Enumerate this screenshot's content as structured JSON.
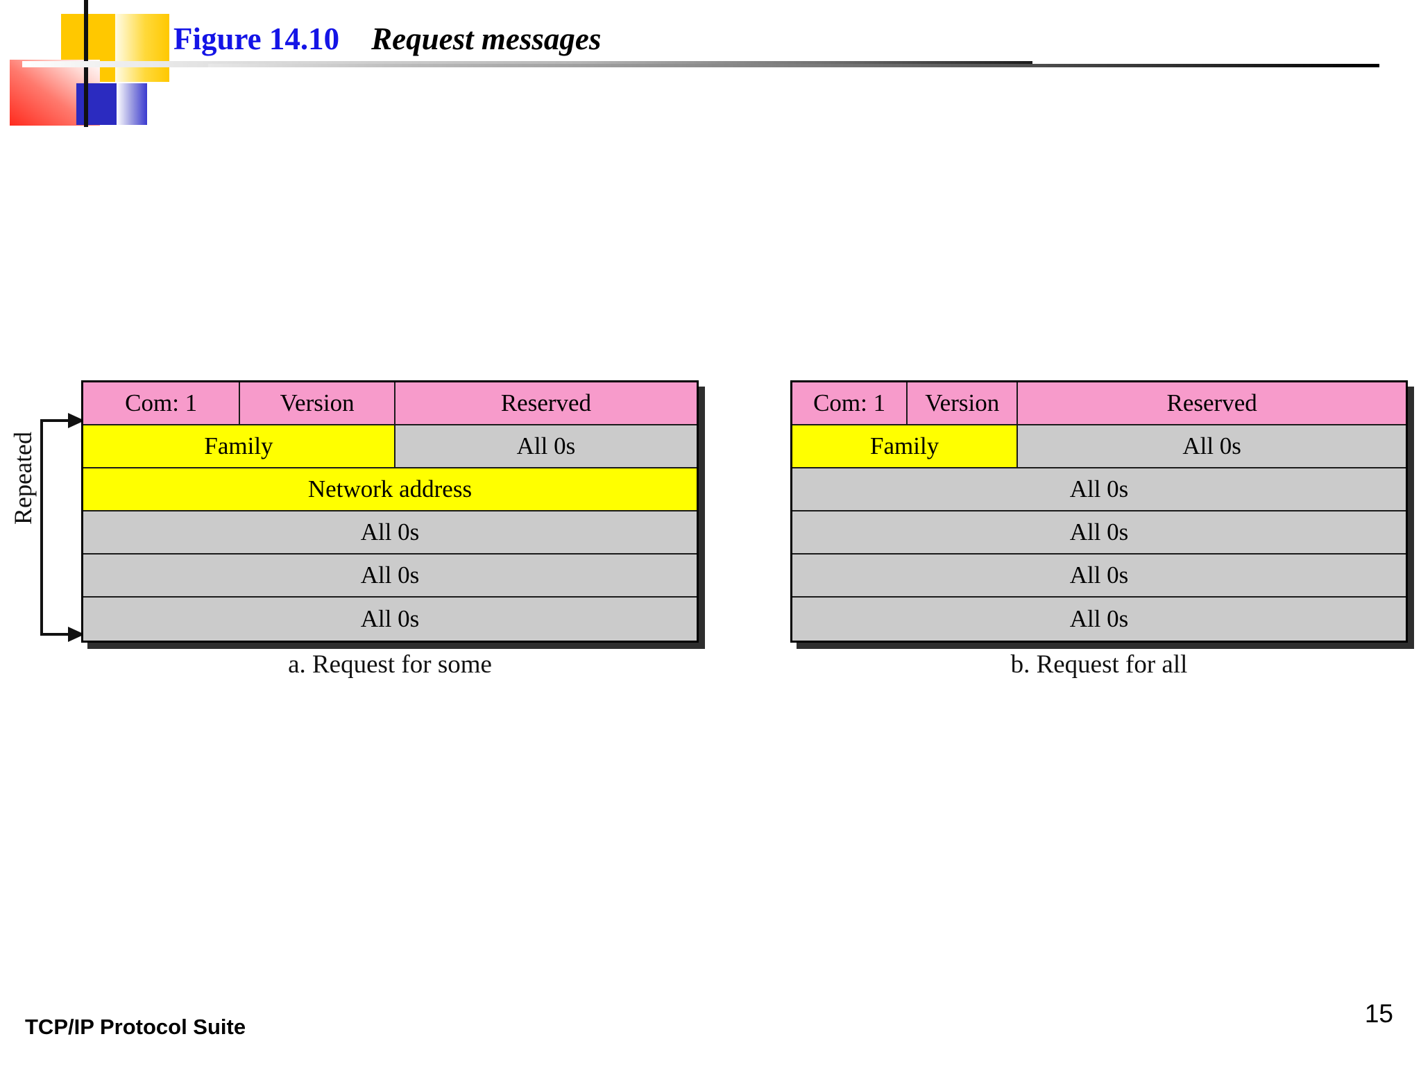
{
  "slide": {
    "figure_number": "Figure 14.10",
    "figure_title": "Request messages",
    "footer": "TCP/IP Protocol Suite",
    "page_number": "15",
    "annotation": "Repeated"
  },
  "colors": {
    "figure_number_color": "#1414E6",
    "figure_title_color": "#000000",
    "header_field": "#F79BCB",
    "address_field": "#FFFF00",
    "zero_field": "#CBCBCB",
    "border": "#000000"
  },
  "diagrams": [
    {
      "id": "request-for-some",
      "caption": "a. Request for some",
      "rows": [
        {
          "cells": [
            {
              "label": "Com: 1",
              "fill": "header",
              "width_pct": 25.6
            },
            {
              "label": "Version",
              "fill": "header",
              "width_pct": 25.3
            },
            {
              "label": "Reserved",
              "fill": "header",
              "width_pct": 49.1
            }
          ]
        },
        {
          "cells": [
            {
              "label": "Family",
              "fill": "address",
              "width_pct": 50.9
            },
            {
              "label": "All 0s",
              "fill": "zero",
              "width_pct": 49.1
            }
          ]
        },
        {
          "cells": [
            {
              "label": "Network address",
              "fill": "address",
              "width_pct": 100
            }
          ]
        },
        {
          "cells": [
            {
              "label": "All 0s",
              "fill": "zero",
              "width_pct": 100
            }
          ]
        },
        {
          "cells": [
            {
              "label": "All 0s",
              "fill": "zero",
              "width_pct": 100
            }
          ]
        },
        {
          "cells": [
            {
              "label": "All 0s",
              "fill": "zero",
              "width_pct": 100
            }
          ]
        }
      ]
    },
    {
      "id": "request-for-all",
      "caption": "b. Request for all",
      "rows": [
        {
          "cells": [
            {
              "label": "Com: 1",
              "fill": "header",
              "width_pct": 18.8
            },
            {
              "label": "Version",
              "fill": "header",
              "width_pct": 18.0
            },
            {
              "label": "Reserved",
              "fill": "header",
              "width_pct": 63.2
            }
          ]
        },
        {
          "cells": [
            {
              "label": "Family",
              "fill": "address",
              "width_pct": 36.8
            },
            {
              "label": "All 0s",
              "fill": "zero",
              "width_pct": 63.2
            }
          ]
        },
        {
          "cells": [
            {
              "label": "All 0s",
              "fill": "zero",
              "width_pct": 100
            }
          ]
        },
        {
          "cells": [
            {
              "label": "All 0s",
              "fill": "zero",
              "width_pct": 100
            }
          ]
        },
        {
          "cells": [
            {
              "label": "All 0s",
              "fill": "zero",
              "width_pct": 100
            }
          ]
        },
        {
          "cells": [
            {
              "label": "All 0s",
              "fill": "zero",
              "width_pct": 100
            }
          ]
        }
      ]
    }
  ]
}
